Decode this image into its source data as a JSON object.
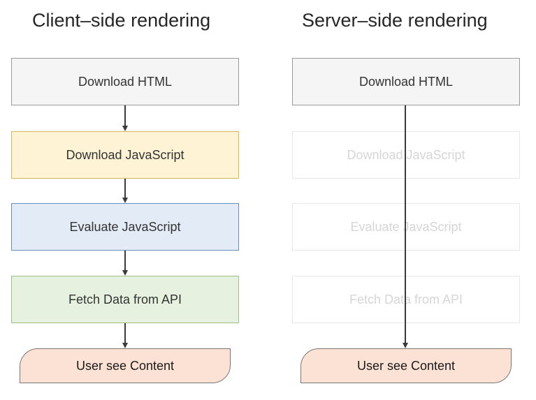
{
  "client_side": {
    "title": "Client–side rendering",
    "steps": [
      {
        "label": "Download HTML",
        "fill": "#f5f5f5",
        "border": "#9a9a9a"
      },
      {
        "label": "Download JavaScript",
        "fill": "#fff3d6",
        "border": "#d6b656"
      },
      {
        "label": "Evaluate JavaScript",
        "fill": "#e3ebf7",
        "border": "#6c8ebf"
      },
      {
        "label": "Fetch Data from API",
        "fill": "#e7f1df",
        "border": "#9cc08a"
      }
    ],
    "end_label": "User see Content"
  },
  "server_side": {
    "title": "Server–side rendering",
    "steps": [
      {
        "label": "Download HTML",
        "state": "active"
      },
      {
        "label": "Download JavaScript",
        "state": "faded"
      },
      {
        "label": "Evaluate JavaScript",
        "state": "faded"
      },
      {
        "label": "Fetch Data from API",
        "state": "faded"
      }
    ],
    "end_label": "User see Content"
  },
  "colors": {
    "end_fill": "#fbe2d5",
    "arrow": "#3a3a3a",
    "faded_text": "#d6d6d6"
  }
}
